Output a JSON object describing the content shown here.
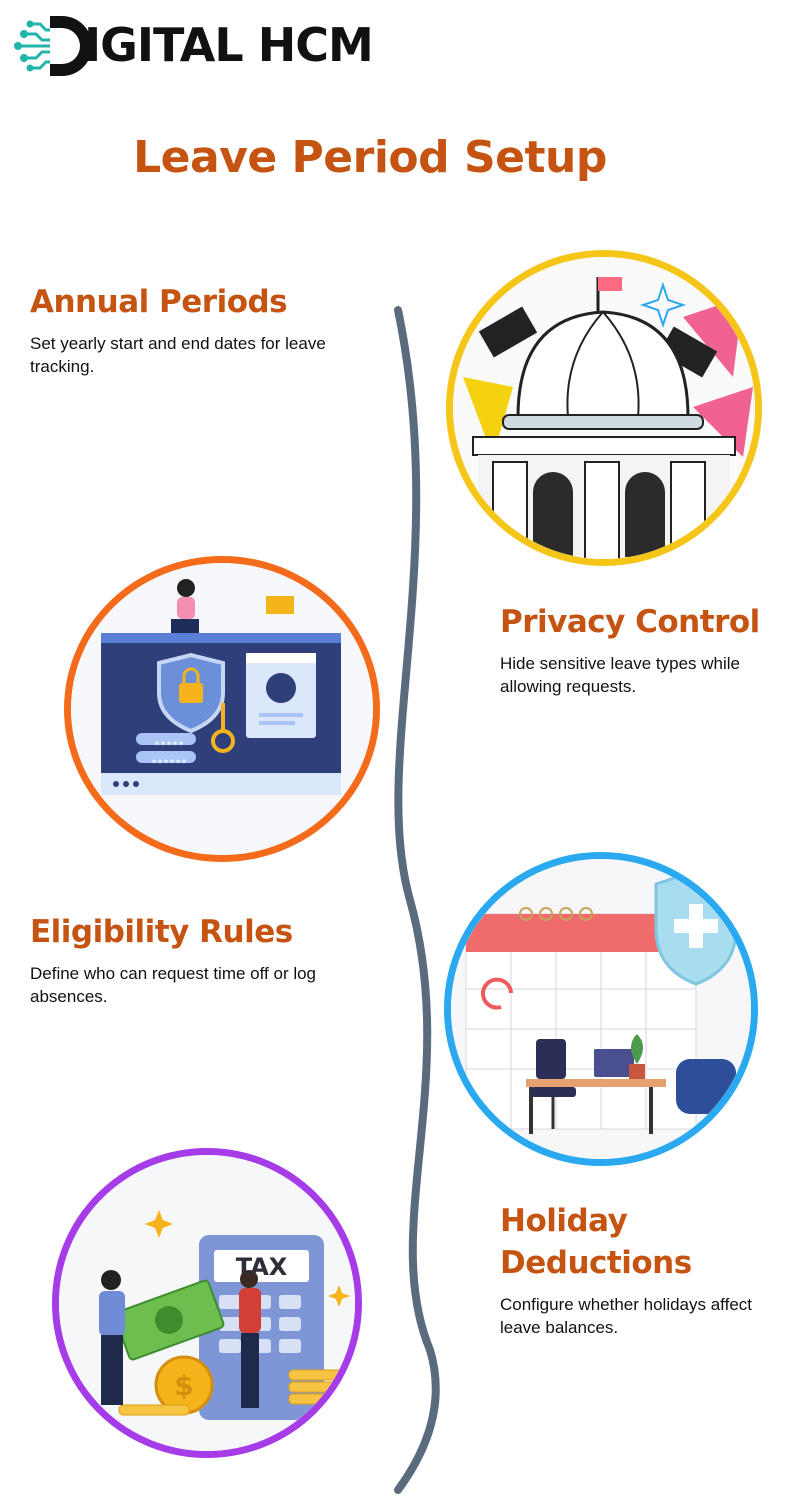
{
  "brand": {
    "name": "DIGITAL HCM",
    "text_after_logo": "IGITAL HCM"
  },
  "page": {
    "title": "Leave Period Setup"
  },
  "sections": [
    {
      "title": "Annual Periods",
      "description": "Set yearly start and end dates for leave tracking."
    },
    {
      "title": "Privacy Control",
      "description": "Hide sensitive leave types while allowing requests."
    },
    {
      "title": "Eligibility Rules",
      "description": "Define who can request time off or log absences."
    },
    {
      "title": "Holiday Deductions",
      "description": "Configure whether holidays affect leave balances."
    }
  ],
  "illustrations": {
    "tax_label": "TAX",
    "password_mask_1": "*****",
    "password_mask_2": "******"
  },
  "colors": {
    "accent": "#c55312",
    "wave": "#5b6b7e",
    "ring_1": "#f5c518",
    "ring_2": "#f46b1c",
    "ring_3": "#2aa8f0",
    "ring_4": "#a63ce8",
    "logo_teal": "#1fb5a8"
  }
}
